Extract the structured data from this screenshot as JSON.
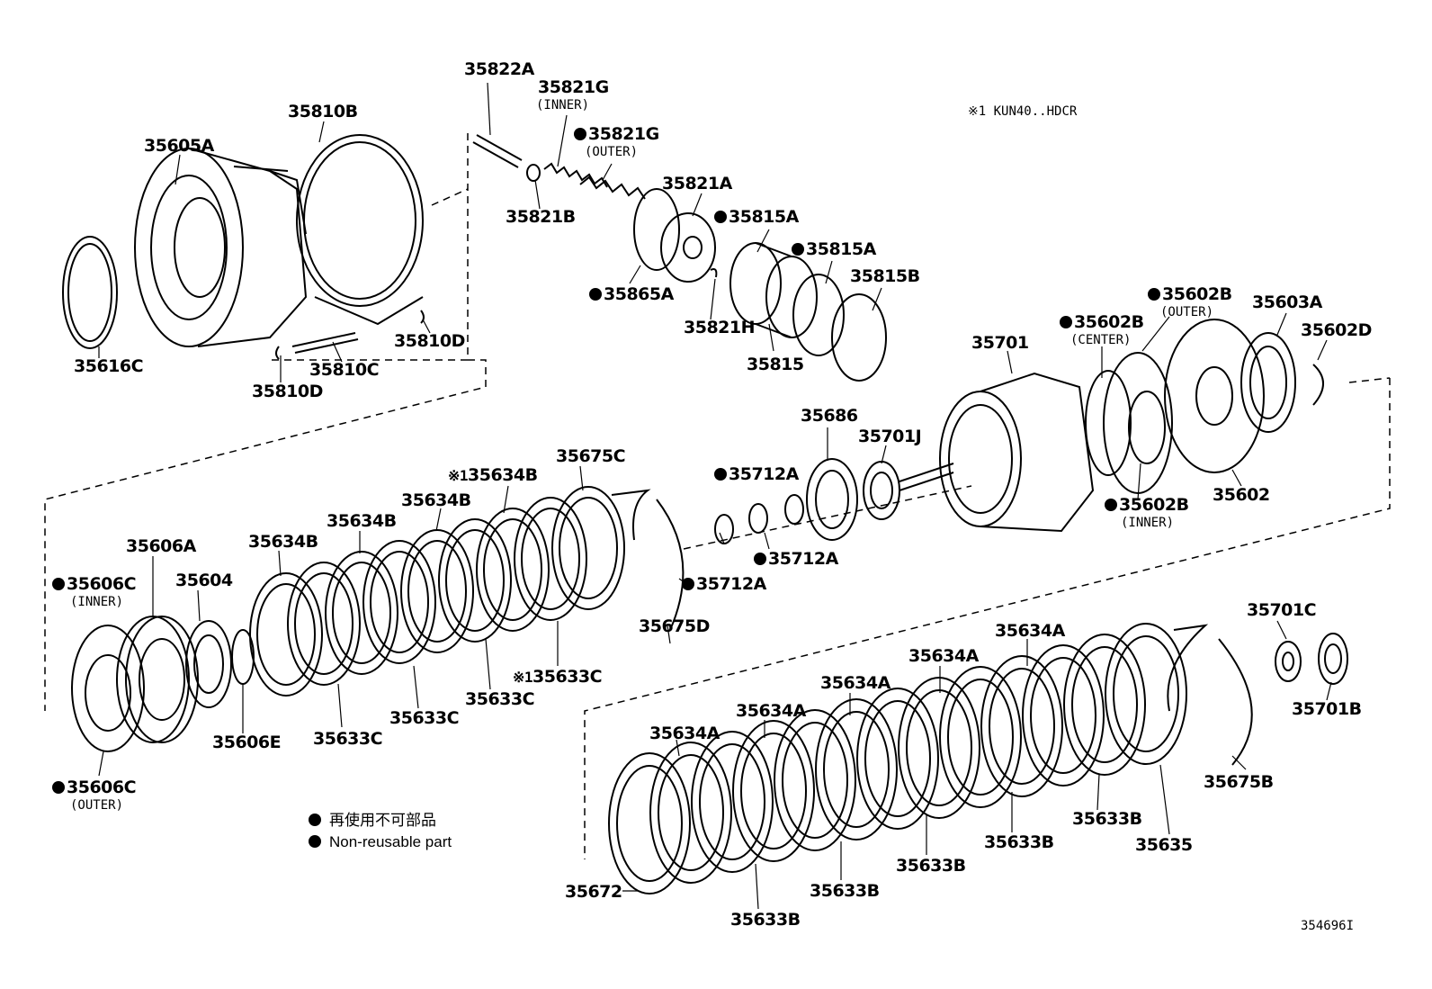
{
  "note": "※1 KUN40..HDCR",
  "ref_code": "354696I",
  "legend": {
    "jp": "再使用不可部品",
    "en": "Non-reusable part"
  },
  "parts": {
    "p35822A": "35822A",
    "p35821G_inner": "35821G",
    "p35821G_inner_sub": "(INNER)",
    "p35821G_outer": "35821G",
    "p35821G_outer_sub": "(OUTER)",
    "p35810B": "35810B",
    "p35605A": "35605A",
    "p35821A": "35821A",
    "p35821B": "35821B",
    "p35815A_1": "35815A",
    "p35815A_2": "35815A",
    "p35815B": "35815B",
    "p35865A": "35865A",
    "p35821H": "35821H",
    "p35815": "35815",
    "p35810D_1": "35810D",
    "p35810D_2": "35810D",
    "p35810C": "35810C",
    "p35616C": "35616C",
    "p35602B_outer": "35602B",
    "p35602B_outer_sub": "(OUTER)",
    "p35603A": "35603A",
    "p35602B_center": "35602B",
    "p35602B_center_sub": "(CENTER)",
    "p35701": "35701",
    "p35602D": "35602D",
    "p35686": "35686",
    "p35701J": "35701J",
    "p35675C": "35675C",
    "p35634B_x1": "35634B",
    "p35634B_2": "35634B",
    "p35634B_3": "35634B",
    "p35634B_4": "35634B",
    "p35712A_1": "35712A",
    "p35712A_2": "35712A",
    "p35712A_3": "35712A",
    "p35602": "35602",
    "p35602B_inner": "35602B",
    "p35602B_inner_sub": "(INNER)",
    "p35606A": "35606A",
    "p35604": "35604",
    "p35606C_inner": "35606C",
    "p35606C_inner_sub": "(INNER)",
    "p35675D": "35675D",
    "p35633C_x1": "35633C",
    "p35633C_2": "35633C",
    "p35633C_3": "35633C",
    "p35633C_4": "35633C",
    "p35606E": "35606E",
    "p35606C_outer": "35606C",
    "p35606C_outer_sub": "(OUTER)",
    "p35701C": "35701C",
    "p35701B": "35701B",
    "p35634A_1": "35634A",
    "p35634A_2": "35634A",
    "p35634A_3": "35634A",
    "p35634A_4": "35634A",
    "p35634A_5": "35634A",
    "p35675B": "35675B",
    "p35633B_1": "35633B",
    "p35633B_2": "35633B",
    "p35633B_3": "35633B",
    "p35633B_4": "35633B",
    "p35633B_5": "35633B",
    "p35635": "35635",
    "p35672": "35672",
    "x1_mark": "※1"
  }
}
